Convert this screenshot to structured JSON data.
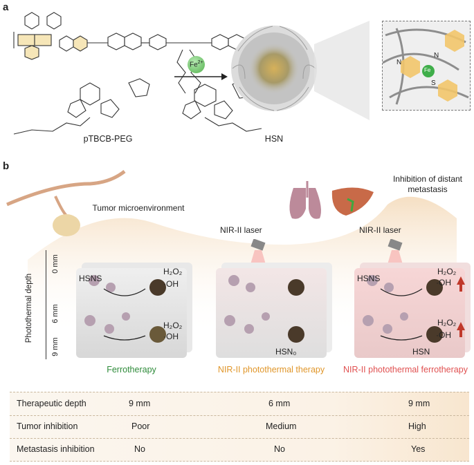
{
  "panel_a": {
    "letter": "a",
    "polymer_label": "pTBCB-PEG",
    "fe_badge": "Fe",
    "fe_charge": "2+",
    "product_label": "HSN",
    "inset_atoms": [
      "N",
      "N",
      "Fe",
      "S"
    ]
  },
  "panel_b": {
    "letter": "b",
    "tumor_label": "Tumor microenvironment",
    "metastasis_label": "Inhibition of distant metastasis",
    "laser_label_1": "NIR-II laser",
    "laser_label_2": "NIR-II laser",
    "depth_axis": {
      "title": "Photothermal depth",
      "ticks": [
        "0 mm",
        "6 mm",
        "9 mm"
      ]
    },
    "block_labels": {
      "hsns_1": "HSNS",
      "hsns_3": "HSNS",
      "h2o2": "H₂O₂",
      "oh": "·OH",
      "hsn0": "HSN₀",
      "hsn3": "HSN"
    },
    "therapies": [
      {
        "name": "Ferrotherapy",
        "color": "#2e8b3a"
      },
      {
        "name": "NIR-II photothermal therapy",
        "color": "#e0962a"
      },
      {
        "name": "NIR-II photothermal ferrotherapy",
        "color": "#e05050"
      }
    ]
  },
  "table": {
    "rows": [
      {
        "label": "Therapeutic depth",
        "values": [
          "9 mm",
          "6 mm",
          "9 mm"
        ]
      },
      {
        "label": "Tumor inhibition",
        "values": [
          "Poor",
          "Medium",
          "High"
        ]
      },
      {
        "label": "Metastasis inhibition",
        "values": [
          "No",
          "No",
          "Yes"
        ]
      }
    ]
  }
}
